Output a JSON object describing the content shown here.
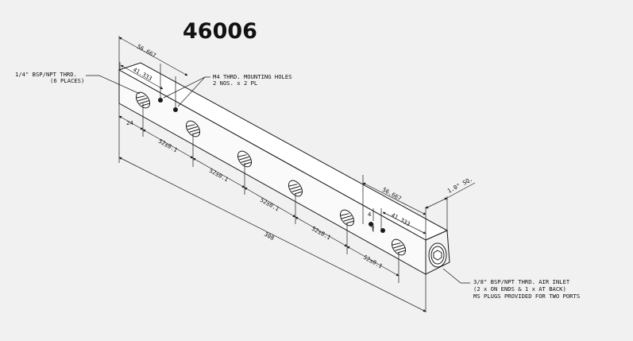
{
  "title": "46006",
  "notes": {
    "bsp_left_line1": "1/4\" BSP/NPT THRD.",
    "bsp_left_line2": "(6 PLACES)",
    "m4_line1": "M4 THRD. MOUNTING HOLES",
    "m4_line2": "2 NOS. x 2 PL",
    "inlet_line1": "3/8\" BSP/NPT THRD. AIR INLET",
    "inlet_line2": "(2 x ON ENDS & 1 x AT BACK)",
    "inlet_line3": "MS PLUGS PROVIDED FOR TWO PORTS"
  },
  "dimensions": {
    "left_outer": "56.667",
    "left_inner": "41.333",
    "first_port": "24",
    "pitch_1": "52±0.1",
    "pitch_2": "52±0.1",
    "pitch_3": "52±0.1",
    "pitch_4": "52±0.1",
    "pitch_5": "52±0.1",
    "total_length": "308",
    "right_outer": "56.667",
    "right_inner": "41.333",
    "section": "1.0\" SQ.",
    "small_4": "4",
    "small_T": "T"
  },
  "colors": {
    "background": "#f1f1f1",
    "line": "#1a1a1a"
  }
}
